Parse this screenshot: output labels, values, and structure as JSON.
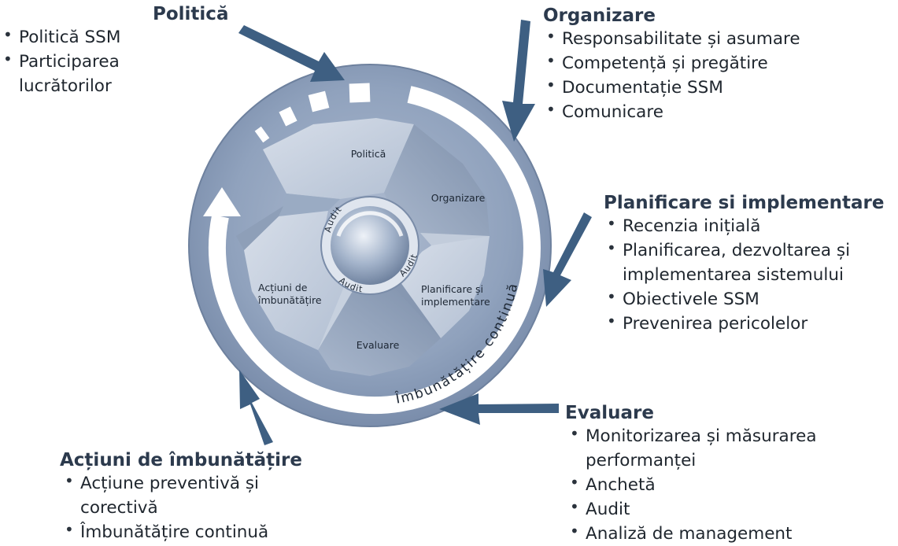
{
  "diagram": {
    "center_labels": {
      "politica": "Politică",
      "organizare": "Organizare",
      "planificare": "Planificare și implementare",
      "evaluare": "Evaluare",
      "actiuni": "Acțiuni de îmbunătățire"
    },
    "audit_label": "Audit",
    "ring_label": "Îmbunătățire continuă"
  },
  "blocks": {
    "politica": {
      "title": "Politică",
      "items": [
        "Politică SSM",
        "Participarea lucrătorilor"
      ]
    },
    "organizare": {
      "title": "Organizare",
      "items": [
        "Responsabilitate și asumare",
        "Competență și pregătire",
        "Documentație SSM",
        "Comunicare"
      ]
    },
    "planificare": {
      "title": "Planificare si implementare",
      "items": [
        "Recenzia inițială",
        "Planificarea, dezvoltarea și implementarea sistemului",
        "Obiectivele SSM",
        "Prevenirea pericolelor"
      ]
    },
    "evaluare": {
      "title": "Evaluare",
      "items": [
        "Monitorizarea și măsurarea performanței",
        "Anchetă",
        "Audit",
        "Analiză de management"
      ]
    },
    "actiuni": {
      "title": "Acțiuni de îmbunătățire",
      "items": [
        "Acțiune preventivă și corectivă",
        "Îmbunătățire continuă"
      ]
    }
  },
  "colors": {
    "outer_disc": "#8fa1bc",
    "segment_light": "#c8d2e0",
    "segment_dark": "#6d7f9b",
    "arrow": "#3e5f82",
    "ring": "#ffffff",
    "heading": "#2c3a4d"
  }
}
